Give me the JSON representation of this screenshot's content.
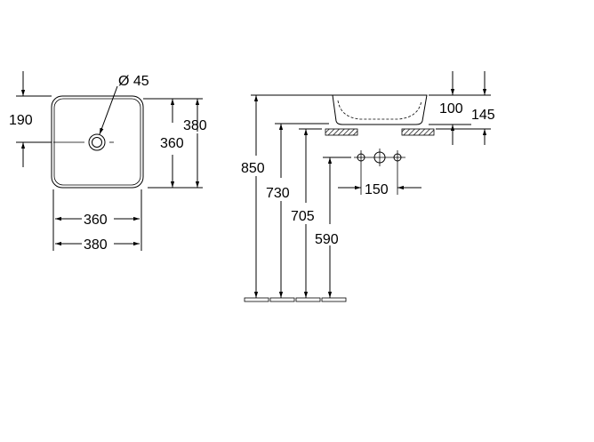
{
  "drawing": {
    "top_view": {
      "drain_diameter": "Ø 45",
      "drain_offset": "190",
      "inner_depth": "360",
      "outer_depth": "380",
      "inner_width": "360",
      "outer_width": "380"
    },
    "side_view": {
      "rim_height": "850",
      "counter_height_1": "730",
      "counter_height_2": "705",
      "tap_height": "590",
      "basin_height": "100",
      "basin_height_total": "145",
      "tap_spacing": "150"
    }
  }
}
